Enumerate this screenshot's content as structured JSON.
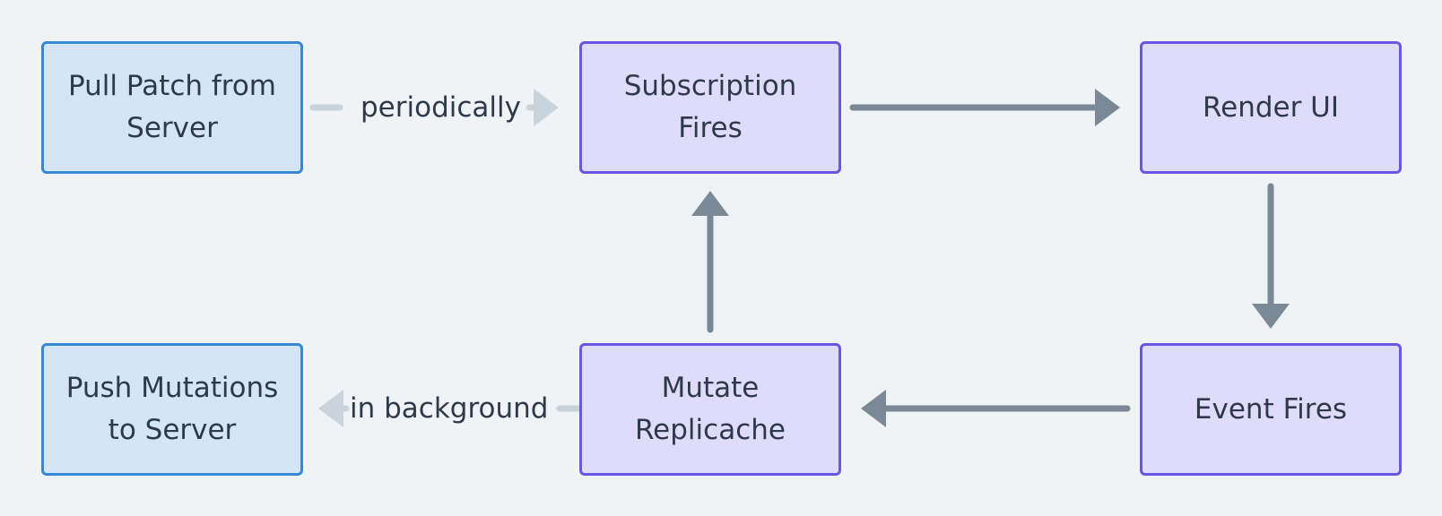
{
  "diagram": {
    "nodes": {
      "pull_patch": {
        "label": "Pull Patch from\nServer"
      },
      "subscription_fires": {
        "label": "Subscription\nFires"
      },
      "render_ui": {
        "label": "Render UI"
      },
      "push_mutations": {
        "label": "Push Mutations\nto Server"
      },
      "mutate_replicache": {
        "label": "Mutate\nReplicache"
      },
      "event_fires": {
        "label": "Event Fires"
      }
    },
    "edges": {
      "periodically": {
        "label": "periodically"
      },
      "in_background": {
        "label": "in background"
      }
    },
    "colors": {
      "background": "#eff3f6",
      "server_node_fill": "#d4e5f6",
      "server_node_border": "#3789d4",
      "client_node_fill": "#dfdbfb",
      "client_node_border": "#6b55e3",
      "solid_arrow": "#7b8896",
      "faint_arrow": "#c9d3dc",
      "text": "#2e3a4a"
    }
  }
}
